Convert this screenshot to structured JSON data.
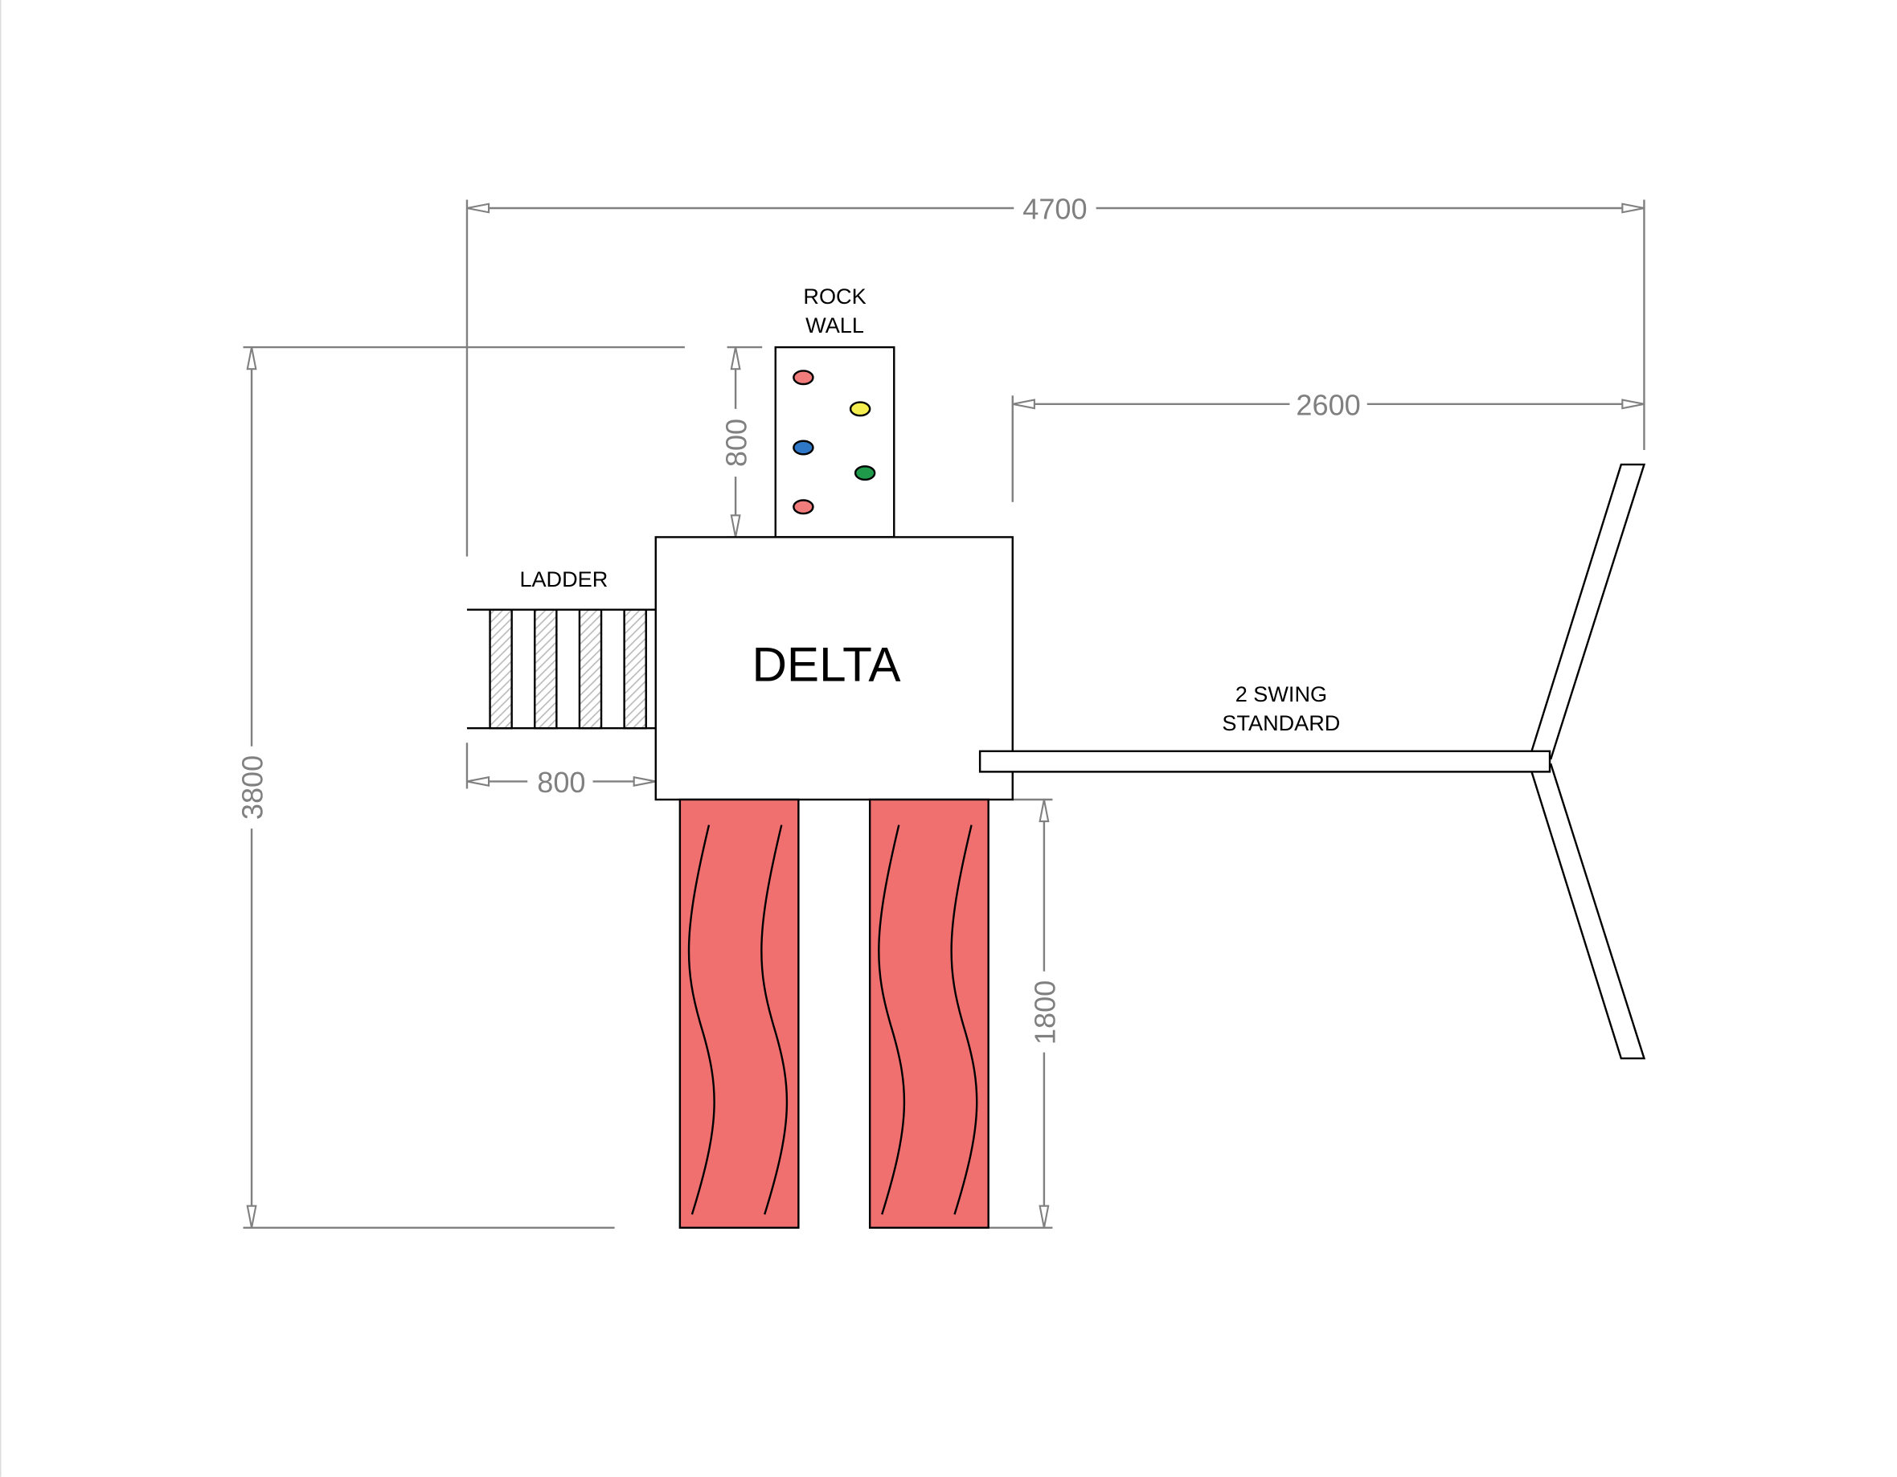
{
  "labels": {
    "rock_wall_line1": "ROCK",
    "rock_wall_line2": "WALL",
    "ladder": "LADDER",
    "main_unit": "DELTA",
    "swing_line1": "2 SWING",
    "swing_line2": "STANDARD"
  },
  "dimensions": {
    "overall_width": "4700",
    "swing_width": "2600",
    "overall_depth": "3800",
    "rock_wall_height": "800",
    "ladder_width": "800",
    "slide_length": "1800"
  },
  "colors": {
    "slide": "#F07070",
    "hold_pink": "#F07C7C",
    "hold_yellow": "#F5EE50",
    "hold_blue": "#2F78C8",
    "hold_green": "#1F9A4A",
    "dimension": "#808080",
    "ladder_hatch": "#BBBBBB"
  }
}
